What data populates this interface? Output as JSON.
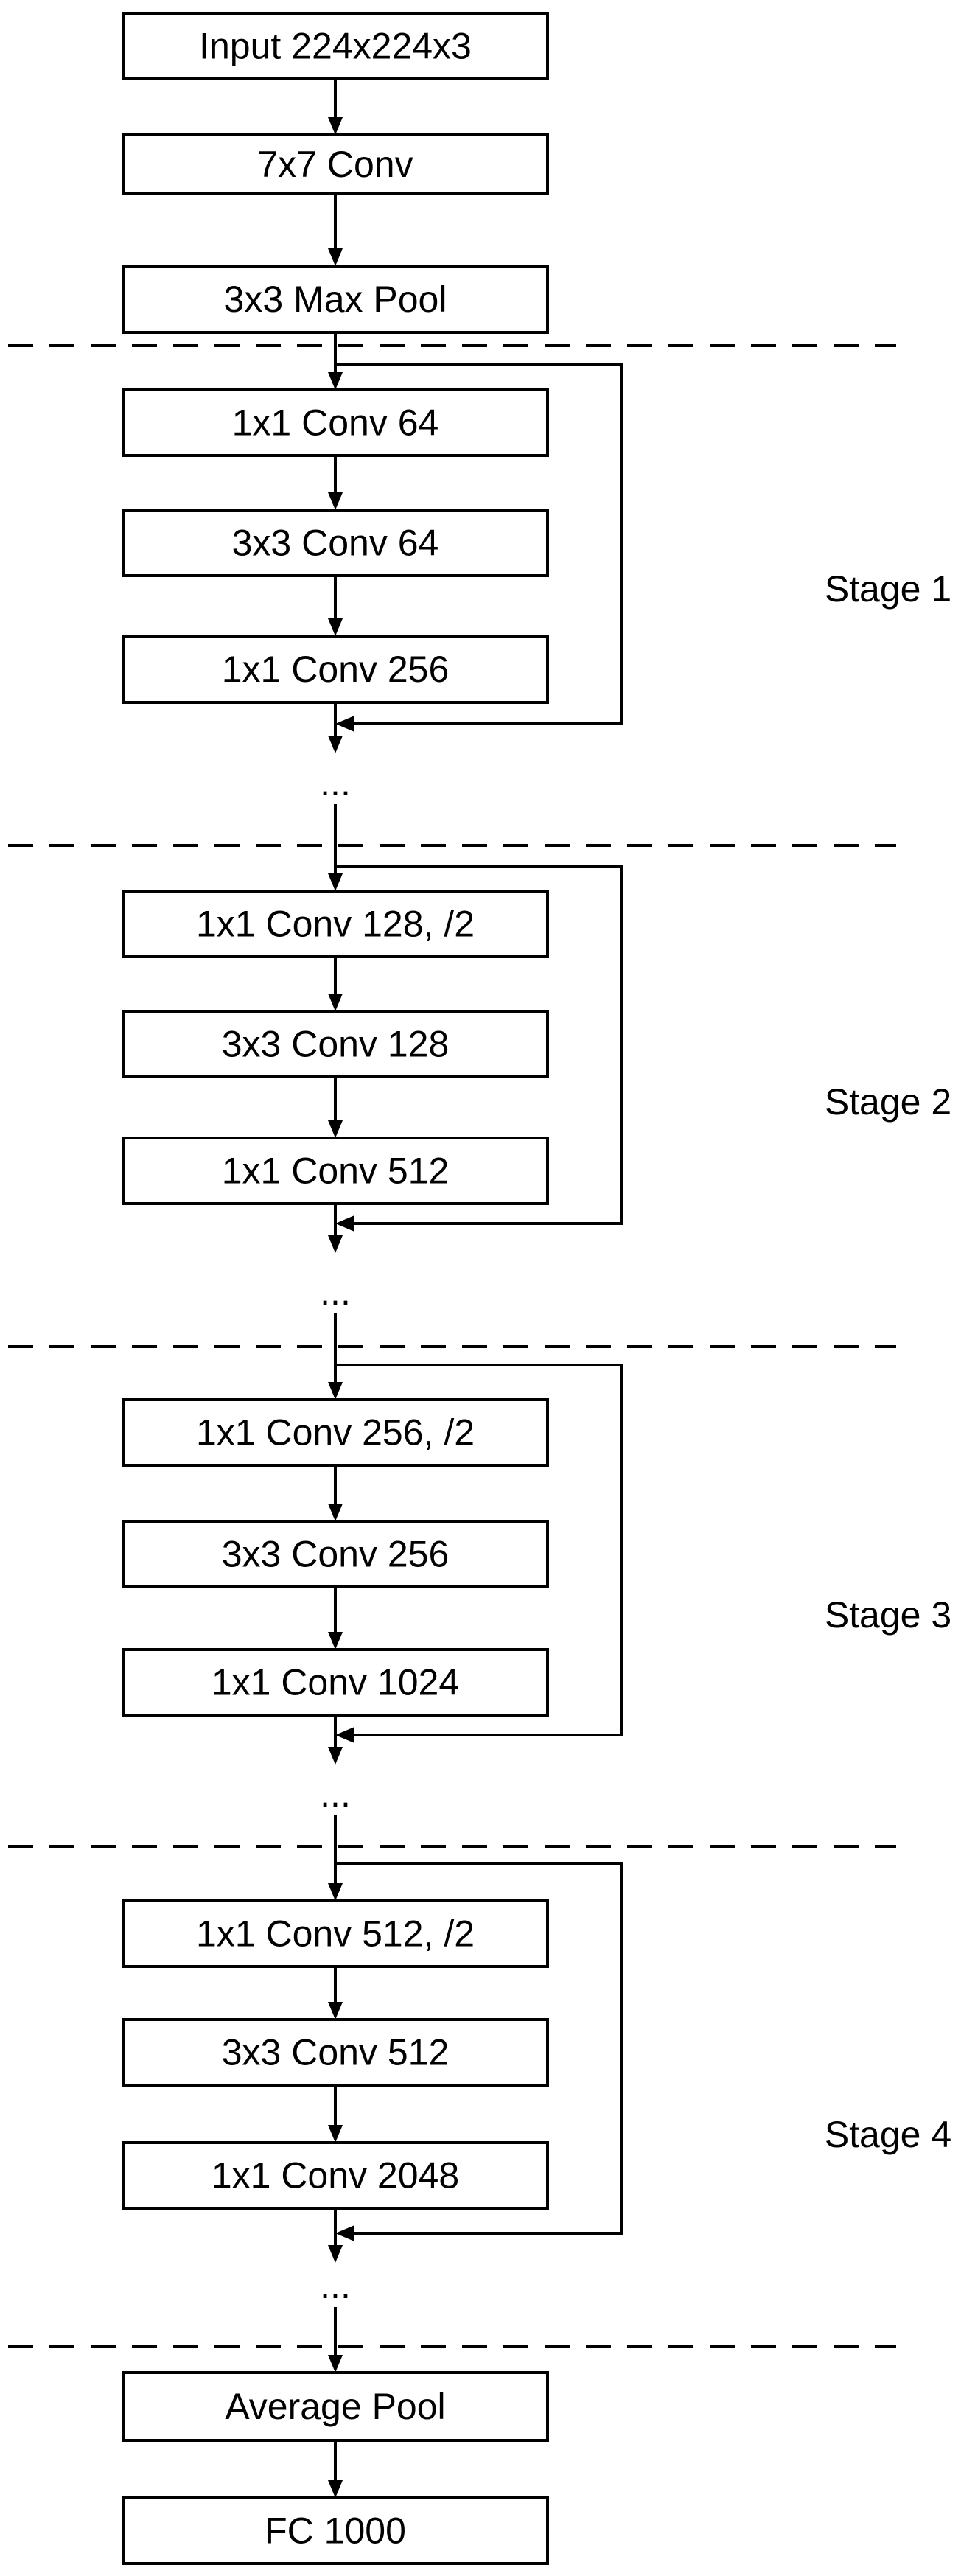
{
  "preamble": [
    "Input 224x224x3",
    "7x7 Conv",
    "3x3 Max Pool"
  ],
  "stages": [
    {
      "label": "Stage 1",
      "layers": [
        "1x1 Conv 64",
        "3x3 Conv 64",
        "1x1 Conv 256"
      ]
    },
    {
      "label": "Stage 2",
      "layers": [
        "1x1 Conv 128, /2",
        "3x3 Conv 128",
        "1x1 Conv 512"
      ]
    },
    {
      "label": "Stage 3",
      "layers": [
        "1x1 Conv 256, /2",
        "3x3 Conv 256",
        "1x1 Conv 1024"
      ]
    },
    {
      "label": "Stage 4",
      "layers": [
        "1x1 Conv 512, /2",
        "3x3 Conv 512",
        "1x1 Conv 2048"
      ]
    }
  ],
  "ellipsis": "...",
  "head": [
    "Average Pool",
    "FC 1000"
  ]
}
